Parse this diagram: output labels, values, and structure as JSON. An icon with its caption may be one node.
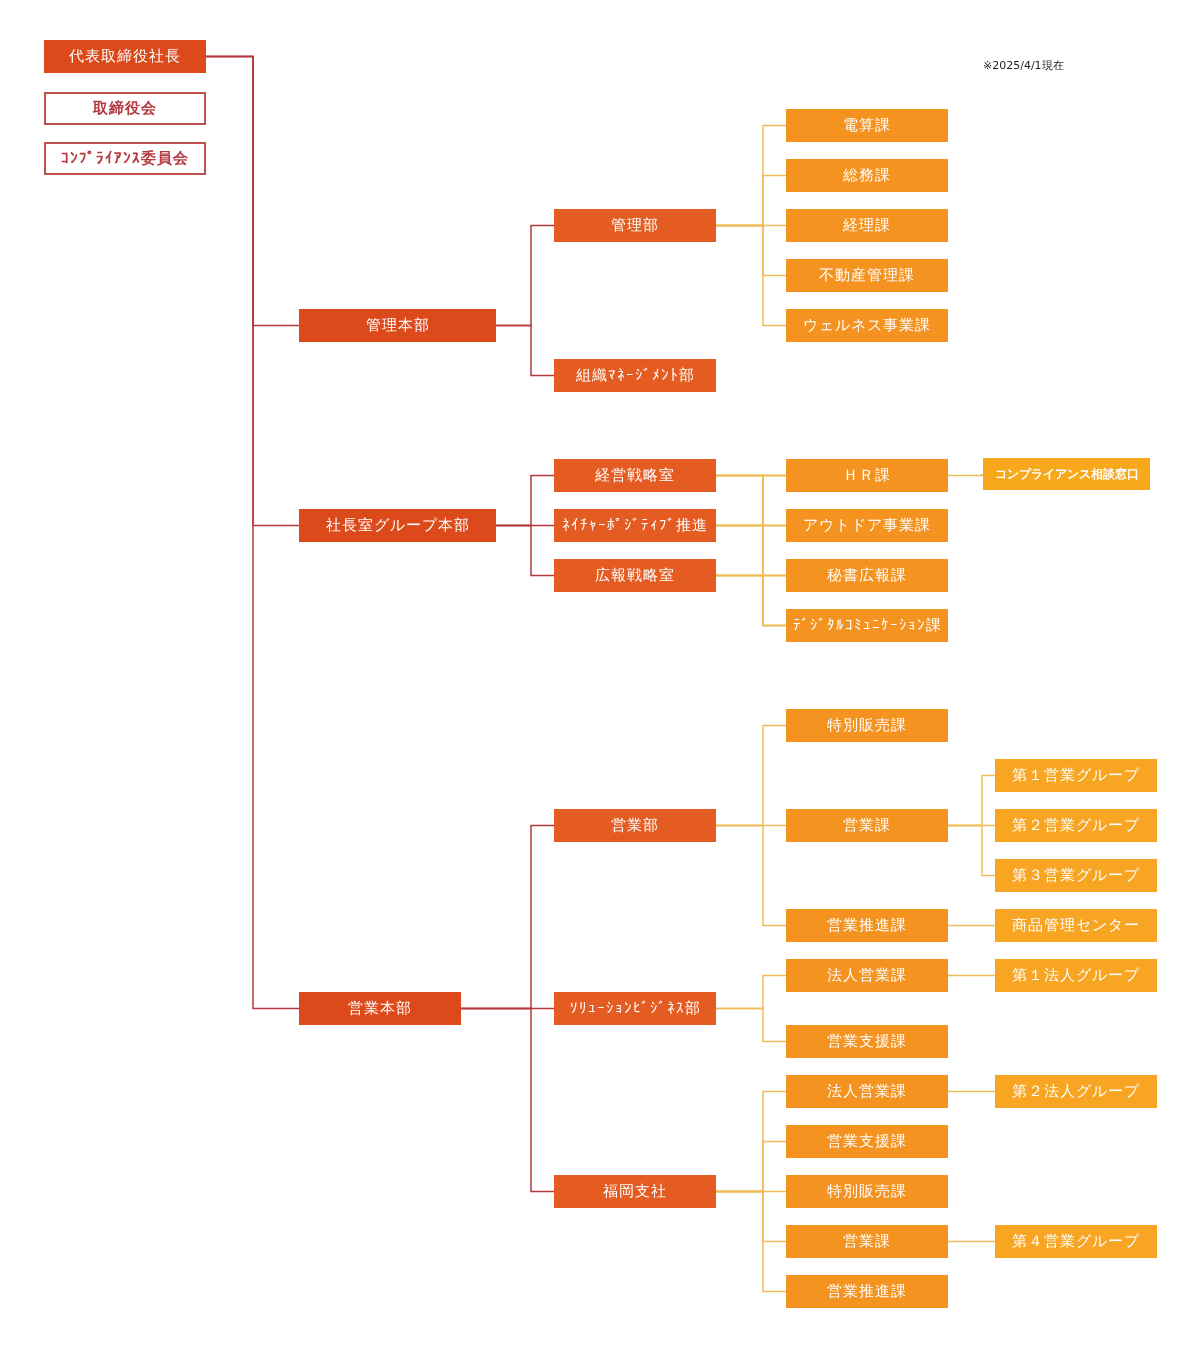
{
  "diagram": {
    "nodes": [
      {
        "text": [
          "代表取締役社長"
        ]
      },
      {
        "text": [
          "取締役会"
        ]
      },
      {
        "text": [
          "ｺﾝﾌﾟﾗｲｱﾝｽ委員会"
        ]
      },
      {
        "text": [
          "管理本部"
        ]
      },
      {
        "text": [
          "管理部"
        ]
      },
      {
        "text": [
          "電算課"
        ]
      },
      {
        "text": [
          "総務課"
        ]
      },
      {
        "text": [
          "経理課"
        ]
      },
      {
        "text": [
          "不動産管理課"
        ]
      },
      {
        "text": [
          "ウェルネス事業課"
        ]
      },
      {
        "text": [
          "組織ﾏﾈｰｼﾞﾒﾝﾄ部"
        ]
      },
      {
        "text": [
          "社長室グループ本部"
        ]
      },
      {
        "text": [
          "経営戦略室"
        ]
      },
      {
        "text": [
          "ﾈｲﾁｬｰﾎﾟｼﾞﾃｨﾌﾞ推進"
        ]
      },
      {
        "text": [
          "広報戦略室"
        ]
      },
      {
        "text": [
          "ＨＲ課"
        ]
      },
      {
        "text": [
          "コンプライアンス相談窓口"
        ]
      },
      {
        "text": [
          "アウトドア事業課"
        ]
      },
      {
        "text": [
          "秘書広報課"
        ]
      },
      {
        "text": [
          "ﾃﾞｼﾞﾀﾙｺﾐｭﾆｹｰｼｮﾝ課"
        ]
      },
      {
        "text": [
          "営業本部"
        ]
      },
      {
        "text": [
          "営業部"
        ]
      },
      {
        "text": [
          "特別販売課"
        ]
      },
      {
        "text": [
          "営業課"
        ]
      },
      {
        "text": [
          "第１営業グループ"
        ]
      },
      {
        "text": [
          "第２営業グループ"
        ]
      },
      {
        "text": [
          "第３営業グループ"
        ]
      },
      {
        "text": [
          "営業推進課"
        ]
      },
      {
        "text": [
          "商品管理センター"
        ]
      },
      {
        "text": [
          "ｿﾘｭｰｼｮﾝﾋﾞｼﾞﾈｽ部"
        ]
      },
      {
        "text": [
          "法人営業課"
        ]
      },
      {
        "text": [
          "第１法人グループ"
        ]
      },
      {
        "text": [
          "営業支援課"
        ]
      },
      {
        "text": [
          "福岡支社"
        ]
      },
      {
        "text": [
          "法人営業課"
        ]
      },
      {
        "text": [
          "第２法人グループ"
        ]
      },
      {
        "text": [
          "営業支援課"
        ]
      },
      {
        "text": [
          "特別販売課"
        ]
      },
      {
        "text": [
          "営業課"
        ]
      },
      {
        "text": [
          "第４営業グループ"
        ]
      },
      {
        "text": [
          "営業推進課"
        ]
      }
    ],
    "edges": [
      {
        "from": 0,
        "to": 3,
        "arrow": "none",
        "color": "#b5383f"
      },
      {
        "from": 0,
        "to": 11,
        "arrow": "none",
        "color": "#b5383f"
      },
      {
        "from": 0,
        "to": 20,
        "arrow": "none",
        "color": "#b5383f"
      },
      {
        "from": 3,
        "to": 4,
        "arrow": "none",
        "color": "#b5383f"
      },
      {
        "from": 3,
        "to": 10,
        "arrow": "none",
        "color": "#b5383f"
      },
      {
        "from": 4,
        "to": 5,
        "arrow": "none"
      },
      {
        "from": 4,
        "to": 6,
        "arrow": "none"
      },
      {
        "from": 4,
        "to": 7,
        "arrow": "none"
      },
      {
        "from": 4,
        "to": 8,
        "arrow": "none"
      },
      {
        "from": 4,
        "to": 9,
        "arrow": "none"
      },
      {
        "from": 11,
        "to": 12,
        "arrow": "none",
        "color": "#b5383f"
      },
      {
        "from": 11,
        "to": 13,
        "arrow": "none",
        "color": "#b5383f"
      },
      {
        "from": 11,
        "to": 14,
        "arrow": "none",
        "color": "#b5383f"
      },
      {
        "from": 12,
        "to": 15,
        "arrow": "none"
      },
      {
        "from": 12,
        "to": 17,
        "arrow": "none"
      },
      {
        "from": 12,
        "to": 18,
        "arrow": "none"
      },
      {
        "from": 12,
        "to": 19,
        "arrow": "none"
      },
      {
        "from": 13,
        "to": 15,
        "arrow": "none"
      },
      {
        "from": 13,
        "to": 17,
        "arrow": "none"
      },
      {
        "from": 13,
        "to": 18,
        "arrow": "none"
      },
      {
        "from": 13,
        "to": 19,
        "arrow": "none"
      },
      {
        "from": 14,
        "to": 15,
        "arrow": "none"
      },
      {
        "from": 14,
        "to": 17,
        "arrow": "none"
      },
      {
        "from": 14,
        "to": 18,
        "arrow": "none"
      },
      {
        "from": 14,
        "to": 19,
        "arrow": "none"
      },
      {
        "from": 15,
        "to": 16,
        "arrow": "none"
      },
      {
        "from": 20,
        "to": 21,
        "arrow": "none",
        "color": "#b5383f"
      },
      {
        "from": 20,
        "to": 29,
        "arrow": "none",
        "color": "#b5383f"
      },
      {
        "from": 20,
        "to": 33,
        "arrow": "none",
        "color": "#b5383f"
      },
      {
        "from": 21,
        "to": 22,
        "arrow": "none"
      },
      {
        "from": 21,
        "to": 23,
        "arrow": "none"
      },
      {
        "from": 21,
        "to": 27,
        "arrow": "none"
      },
      {
        "from": 23,
        "to": 24,
        "arrow": "none"
      },
      {
        "from": 23,
        "to": 25,
        "arrow": "none"
      },
      {
        "from": 23,
        "to": 26,
        "arrow": "none"
      },
      {
        "from": 27,
        "to": 28,
        "arrow": "none"
      },
      {
        "from": 29,
        "to": 30,
        "arrow": "none"
      },
      {
        "from": 29,
        "to": 32,
        "arrow": "none"
      },
      {
        "from": 30,
        "to": 31,
        "arrow": "none"
      },
      {
        "from": 33,
        "to": 34,
        "arrow": "none"
      },
      {
        "from": 33,
        "to": 36,
        "arrow": "none"
      },
      {
        "from": 33,
        "to": 37,
        "arrow": "none"
      },
      {
        "from": 33,
        "to": 38,
        "arrow": "none"
      },
      {
        "from": 33,
        "to": 40,
        "arrow": "none"
      },
      {
        "from": 34,
        "to": 35,
        "arrow": "none"
      },
      {
        "from": 38,
        "to": 39,
        "arrow": "none"
      }
    ],
    "labels": [
      "※2025/4/1現在"
    ]
  }
}
